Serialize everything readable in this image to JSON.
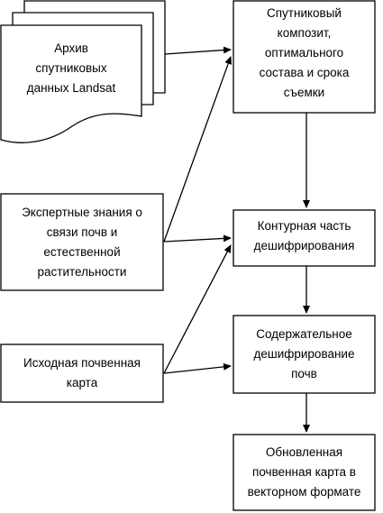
{
  "diagram": {
    "archive_label": "Архив\nспутниковых\nданных Landsat",
    "expert_label": "Экспертные знания о\nсвязи почв и\nестественной\nрастительности",
    "source_map_label": "Исходная почвенная\nкарта",
    "composite_label": "Спутниковый\nкомпозит,\nоптимального\nсостава и срока\nсъемки",
    "contour_label": "Контурная часть\nдешифрирования",
    "content_label": "Содержательное\nдешифрирование\nпочв",
    "result_label": "Обновленная\nпочвенная карта в\nвекторном формате"
  }
}
